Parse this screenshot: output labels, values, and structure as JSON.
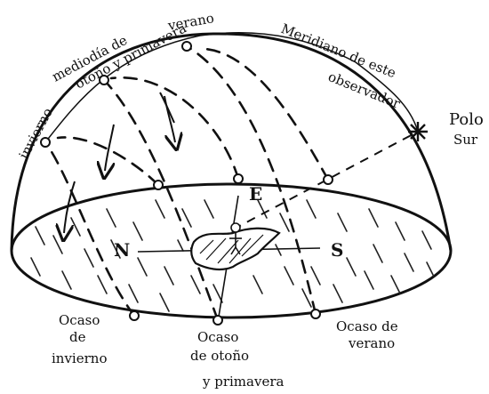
{
  "labels": {
    "noon": "mediodía de",
    "noon_line2": "otoño y primavera",
    "summer": "verano",
    "winter": "invierno",
    "meridian_l1": "Meridiano de este",
    "meridian_l2": "observador",
    "south_pole_l1": "Polo",
    "south_pole_l2": "Sur",
    "east": "E",
    "north": "N",
    "south": "S",
    "sunset_winter_l1": "Ocaso",
    "sunset_winter_l2": "de",
    "sunset_winter_l3": "invierno",
    "sunset_equinox_l1": "Ocaso",
    "sunset_equinox_l2": "de otoño",
    "sunset_equinox_l3": "y primavera",
    "sunset_summer_l1": "Ocaso de",
    "sunset_summer_l2": "verano"
  }
}
